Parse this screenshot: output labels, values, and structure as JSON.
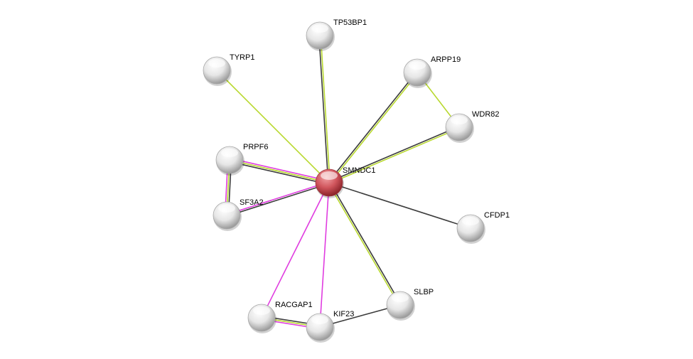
{
  "colors": {
    "coexpression_dark": "#3c3c3c",
    "textmining_green": "#b8d82e",
    "experiments_magenta": "#e03ce0",
    "query_node": "#d9535a",
    "other_node": "#e8e8e8"
  },
  "nodes": [
    {
      "id": "SMNDC1",
      "label": "SMNDC1",
      "query": true
    },
    {
      "id": "TP53BP1",
      "label": "TP53BP1"
    },
    {
      "id": "TYRP1",
      "label": "TYRP1"
    },
    {
      "id": "ARPP19",
      "label": "ARPP19"
    },
    {
      "id": "WDR82",
      "label": "WDR82"
    },
    {
      "id": "PRPF6",
      "label": "PRPF6"
    },
    {
      "id": "SF3A2",
      "label": "SF3A2"
    },
    {
      "id": "CFDP1",
      "label": "CFDP1"
    },
    {
      "id": "SLBP",
      "label": "SLBP"
    },
    {
      "id": "RACGAP1",
      "label": "RACGAP1"
    },
    {
      "id": "KIF23",
      "label": "KIF23"
    }
  ],
  "edges": [
    {
      "a": "SMNDC1",
      "b": "TP53BP1",
      "types": [
        "dark",
        "green"
      ]
    },
    {
      "a": "SMNDC1",
      "b": "TYRP1",
      "types": [
        "green"
      ]
    },
    {
      "a": "SMNDC1",
      "b": "ARPP19",
      "types": [
        "dark",
        "green"
      ]
    },
    {
      "a": "SMNDC1",
      "b": "WDR82",
      "types": [
        "dark",
        "green"
      ]
    },
    {
      "a": "ARPP19",
      "b": "WDR82",
      "types": [
        "green"
      ]
    },
    {
      "a": "SMNDC1",
      "b": "PRPF6",
      "types": [
        "dark",
        "green",
        "magenta"
      ]
    },
    {
      "a": "SMNDC1",
      "b": "SF3A2",
      "types": [
        "dark",
        "magenta"
      ]
    },
    {
      "a": "PRPF6",
      "b": "SF3A2",
      "types": [
        "dark",
        "green",
        "magenta"
      ]
    },
    {
      "a": "SMNDC1",
      "b": "CFDP1",
      "types": [
        "dark"
      ]
    },
    {
      "a": "SMNDC1",
      "b": "SLBP",
      "types": [
        "dark",
        "green"
      ]
    },
    {
      "a": "SMNDC1",
      "b": "RACGAP1",
      "types": [
        "magenta"
      ]
    },
    {
      "a": "SMNDC1",
      "b": "KIF23",
      "types": [
        "magenta"
      ]
    },
    {
      "a": "RACGAP1",
      "b": "KIF23",
      "types": [
        "dark",
        "green",
        "magenta"
      ]
    },
    {
      "a": "KIF23",
      "b": "SLBP",
      "types": [
        "dark"
      ]
    }
  ]
}
